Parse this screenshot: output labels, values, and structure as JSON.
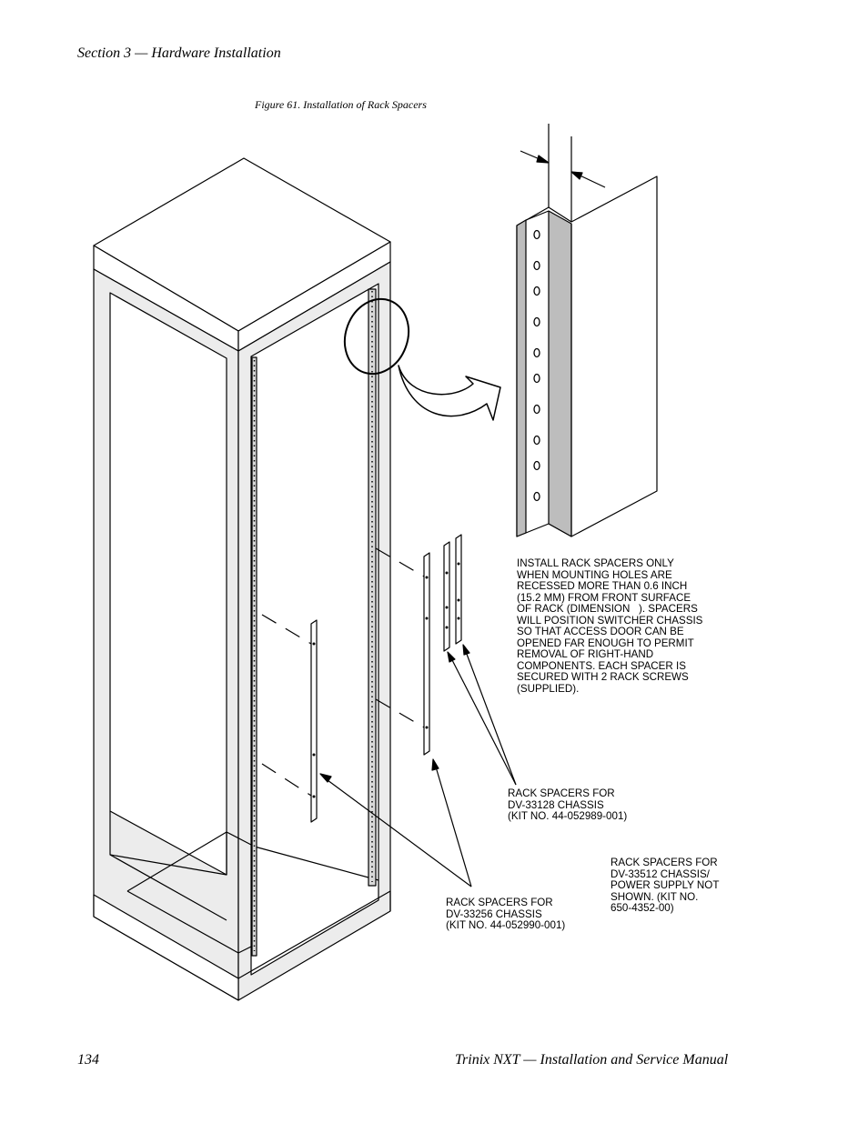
{
  "header": {
    "section": "Section 3 — Hardware Installation"
  },
  "figure": {
    "caption": "Figure 61.  Installation of Rack Spacers",
    "notes": {
      "install": "INSTALL RACK SPACERS ONLY\nWHEN MOUNTING HOLES ARE\nRECESSED MORE THAN 0.6 INCH\n(15.2 MM) FROM FRONT SURFACE\nOF RACK (DIMENSION   ). SPACERS\nWILL POSITION SWITCHER CHASSIS\nSO THAT ACCESS DOOR CAN BE\nOPENED FAR ENOUGH TO PERMIT\nREMOVAL OF RIGHT-HAND\nCOMPONENTS. EACH SPACER IS\nSECURED WITH 2 RACK SCREWS\n(SUPPLIED).",
      "dv33128": "RACK SPACERS FOR\nDV-33128 CHASSIS\n(KIT NO. 44-052989-001)",
      "dv33512": "RACK SPACERS FOR\nDV-33512 CHASSIS/\nPOWER SUPPLY NOT\nSHOWN. (KIT NO.\n650-4352-00)",
      "dv33256": "RACK SPACERS FOR\nDV-33256 CHASSIS\n(KIT NO. 44-052990-001)"
    }
  },
  "footer": {
    "page_number": "134",
    "manual_title": "Trinix NXT  —  Installation and Service Manual"
  }
}
